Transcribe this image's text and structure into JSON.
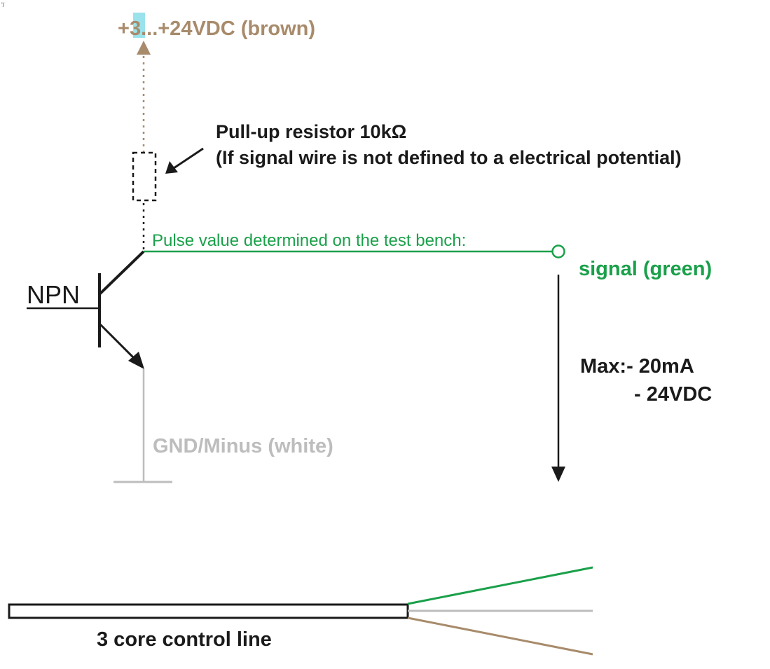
{
  "colors": {
    "brown": "#a88b6b",
    "green": "#1aa04a",
    "grey": "#bdbdbd",
    "black": "#1a1a1a",
    "highlight": "#9be3ec"
  },
  "supply_label": {
    "prefix": "+",
    "highlighted": "3",
    "suffix": "...+24VDC (brown)"
  },
  "pullup": {
    "line1": "Pull-up resistor 10kΩ",
    "line2": "(If signal wire is not defined to a electrical potential)"
  },
  "pulse_label": "Pulse value determined on the test bench:",
  "signal_label": "signal (green)",
  "transistor_label": "NPN",
  "max": {
    "line1": "Max:- 20mA",
    "line2": "- 24VDC"
  },
  "gnd_label": "GND/Minus (white)",
  "cable_label": "3 core control line",
  "corner_mark": "'/"
}
